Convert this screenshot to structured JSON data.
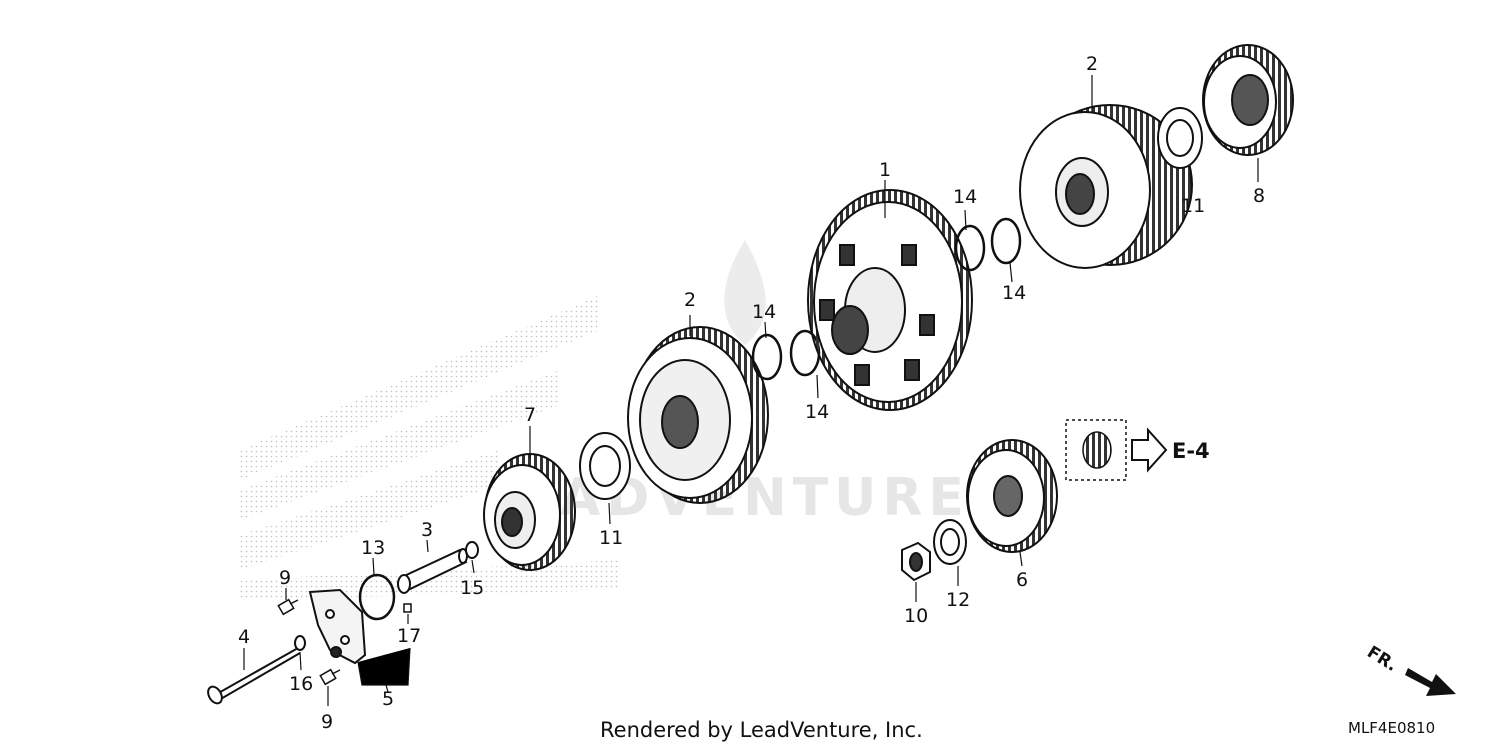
{
  "callouts": {
    "c1": "1",
    "c2a": "2",
    "c2b": "2",
    "c3": "3",
    "c4": "4",
    "c5": "5",
    "c6": "6",
    "c7": "7",
    "c8": "8",
    "c9a": "9",
    "c9b": "9",
    "c10": "10",
    "c11a": "11",
    "c11b": "11",
    "c12": "12",
    "c13": "13",
    "c14a": "14",
    "c14b": "14",
    "c14c": "14",
    "c14d": "14",
    "c15": "15",
    "c16": "16",
    "c17": "17"
  },
  "reference": {
    "label": "E-4"
  },
  "direction": {
    "label": "FR."
  },
  "watermark": {
    "text": "ADVENTURE"
  },
  "footer": {
    "credit": "Rendered by LeadVenture, Inc.",
    "code": "MLF4E0810"
  }
}
